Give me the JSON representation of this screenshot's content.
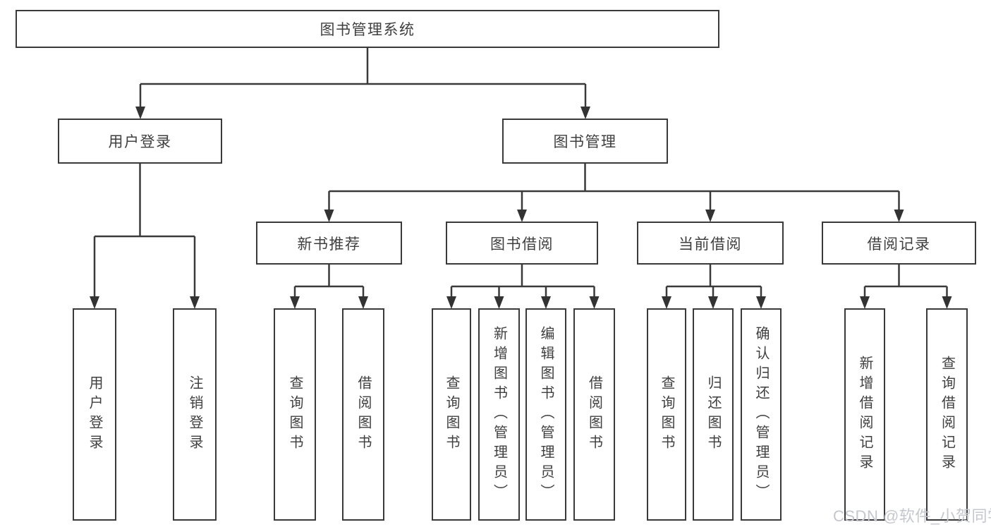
{
  "diagram": {
    "title": "图书管理系统",
    "root": {
      "label": "图书管理系统"
    },
    "level2": [
      {
        "label": "用户登录"
      },
      {
        "label": "图书管理"
      }
    ],
    "level3": [
      {
        "label": "新书推荐"
      },
      {
        "label": "图书借阅"
      },
      {
        "label": "当前借阅"
      },
      {
        "label": "借阅记录"
      }
    ],
    "leaves": [
      {
        "label": "用户登录",
        "parent": "用户登录"
      },
      {
        "label": "注销登录",
        "parent": "用户登录"
      },
      {
        "label": "查询图书",
        "parent": "新书推荐"
      },
      {
        "label": "借阅图书",
        "parent": "新书推荐"
      },
      {
        "label": "查询图书",
        "parent": "图书借阅"
      },
      {
        "label": "新增图书（管理员）",
        "parent": "图书借阅"
      },
      {
        "label": "编辑图书（管理员）",
        "parent": "图书借阅"
      },
      {
        "label": "借阅图书",
        "parent": "图书借阅"
      },
      {
        "label": "查询图书",
        "parent": "当前借阅"
      },
      {
        "label": "归还图书",
        "parent": "当前借阅"
      },
      {
        "label": "确认归还（管理员）",
        "parent": "当前借阅"
      },
      {
        "label": "新增借阅记录",
        "parent": "借阅记录"
      },
      {
        "label": "查询借阅记录",
        "parent": "借阅记录"
      }
    ]
  },
  "watermark": {
    "text": "CSDN @软件_小贺同学"
  },
  "colors": {
    "line": "#3a3a3a",
    "text": "#3f3f3f",
    "background": "#ffffff",
    "watermark": "#c4c7cd"
  }
}
